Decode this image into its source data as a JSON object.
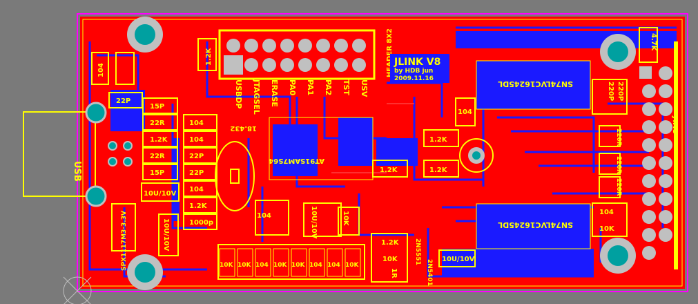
{
  "board": {
    "colors": {
      "background": "#7a7a7a",
      "copper_top": "#ff0000",
      "copper_bottom": "#1a1aff",
      "silkscreen": "#ffff00",
      "pad": "#c0c0c0",
      "mount_hole": "#00a0a0",
      "outline": "#ff00ff"
    },
    "header_labels": [
      "USBDP",
      "JTAGSEL",
      "ERASE",
      "PA0",
      "PA1",
      "PA2",
      "TST",
      "USV"
    ],
    "header_name": "HEADER 8X2",
    "title_lines": [
      "JLINK V8",
      "by HDB jun",
      "2009.11.16"
    ],
    "chips": [
      "SN74LVC16245DL",
      "SN74LVC16245DL",
      "AT91SAM7S64",
      "SPX1117M3-3.3V"
    ],
    "crystal_label": "18.432",
    "left_components": [
      {
        "label": "22P"
      },
      {
        "label": "15P"
      },
      {
        "label": "22R"
      },
      {
        "label": "1.2K"
      },
      {
        "label": "22R"
      },
      {
        "label": "15P"
      }
    ],
    "mid_components": [
      {
        "label": "104"
      },
      {
        "label": "104"
      },
      {
        "label": "22P"
      },
      {
        "label": "22P"
      },
      {
        "label": "104"
      },
      {
        "label": "1.2K"
      },
      {
        "label": "1000p"
      }
    ],
    "bottom_row": [
      "10K",
      "10K",
      "104",
      "10K",
      "10K",
      "104",
      "104",
      "10K"
    ],
    "misc_labels": {
      "usb": "USB",
      "cap_10u_10v_a": "10U/10V",
      "cap_10u_10v_b": "10U/10V",
      "cap_10u_10v_c": "10U/10V",
      "cap_10u_10v_d": "10U/10V",
      "r_1k2_top": "1.2K",
      "r_1k2_a": "1.2K",
      "r_1k2_b": "1.2K",
      "r_1k2_c": "1.2K",
      "r_1k2_d": "1.2K",
      "r_10k_a": "10K",
      "r_10k_b": "10K",
      "r_10k_c": "10K",
      "cap_104_a": "104",
      "cap_104_b": "104",
      "cap_104_c": "104",
      "cap_104_d": "104",
      "r_220r_a": "220R",
      "r_220r_b": "220R",
      "r_220r_c": "220R",
      "r_220p_a": "220P",
      "r_220p_b": "220P",
      "r_4k7": "4.7K",
      "r_1r": "1R",
      "tr_a": "2N5551",
      "tr_b": "2N5401",
      "jtag": "JTAG"
    }
  }
}
